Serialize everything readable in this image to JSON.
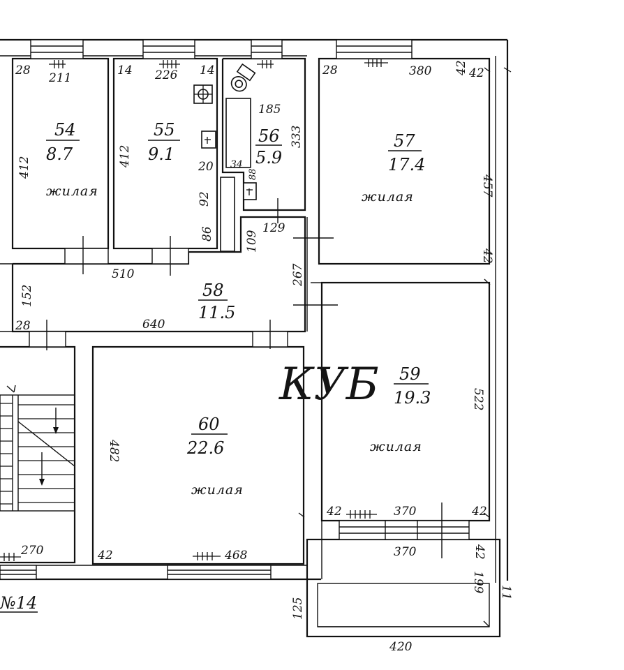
{
  "plan_label": "№14",
  "watermark": "КУБ",
  "rooms": [
    {
      "id": "54",
      "number": "54",
      "area": "8.7",
      "label": "жилая"
    },
    {
      "id": "55",
      "number": "55",
      "area": "9.1",
      "label": ""
    },
    {
      "id": "56",
      "number": "56",
      "area": "5.9",
      "label": ""
    },
    {
      "id": "57",
      "number": "57",
      "area": "17.4",
      "label": "жилая"
    },
    {
      "id": "58",
      "number": "58",
      "area": "11.5",
      "label": ""
    },
    {
      "id": "59",
      "number": "59",
      "area": "19.3",
      "label": "жилая"
    },
    {
      "id": "60",
      "number": "60",
      "area": "22.6",
      "label": "жилая"
    }
  ],
  "dimensions": {
    "r54_top_left": "28",
    "r54_width": "211",
    "r54_height": "412",
    "r55_top_left": "14",
    "r55_width": "226",
    "r55_top_right": "14",
    "r55_height": "412",
    "r55_niche": "20",
    "r55_side_a": "92",
    "r55_side_b": "86",
    "r56_length": "185",
    "r56_height": "333",
    "r56_small_a": "34",
    "r56_small_b": "88",
    "r57_top_left": "28",
    "r57_width": "380",
    "r57_top_right_a": "42",
    "r57_top_right_b": "42",
    "r57_height": "457",
    "r57_bottom_right": "42",
    "corridor_width": "129",
    "corridor_height": "109",
    "corridor_span": "510",
    "r58_height": "267",
    "r58_left": "152",
    "r58_bottom_left": "28",
    "r58_width": "640",
    "r59_height": "522",
    "r59_bottom_left": "42",
    "r59_width": "370",
    "r59_bottom_right": "42",
    "r60_height": "482",
    "r60_bottom_left": "42",
    "r60_width": "468",
    "stair_width": "270",
    "balcony_width_inner": "370",
    "balcony_right_a": "42",
    "balcony_right_b": "199",
    "balcony_right_c": "11",
    "balcony_left": "125",
    "balcony_width": "420"
  }
}
